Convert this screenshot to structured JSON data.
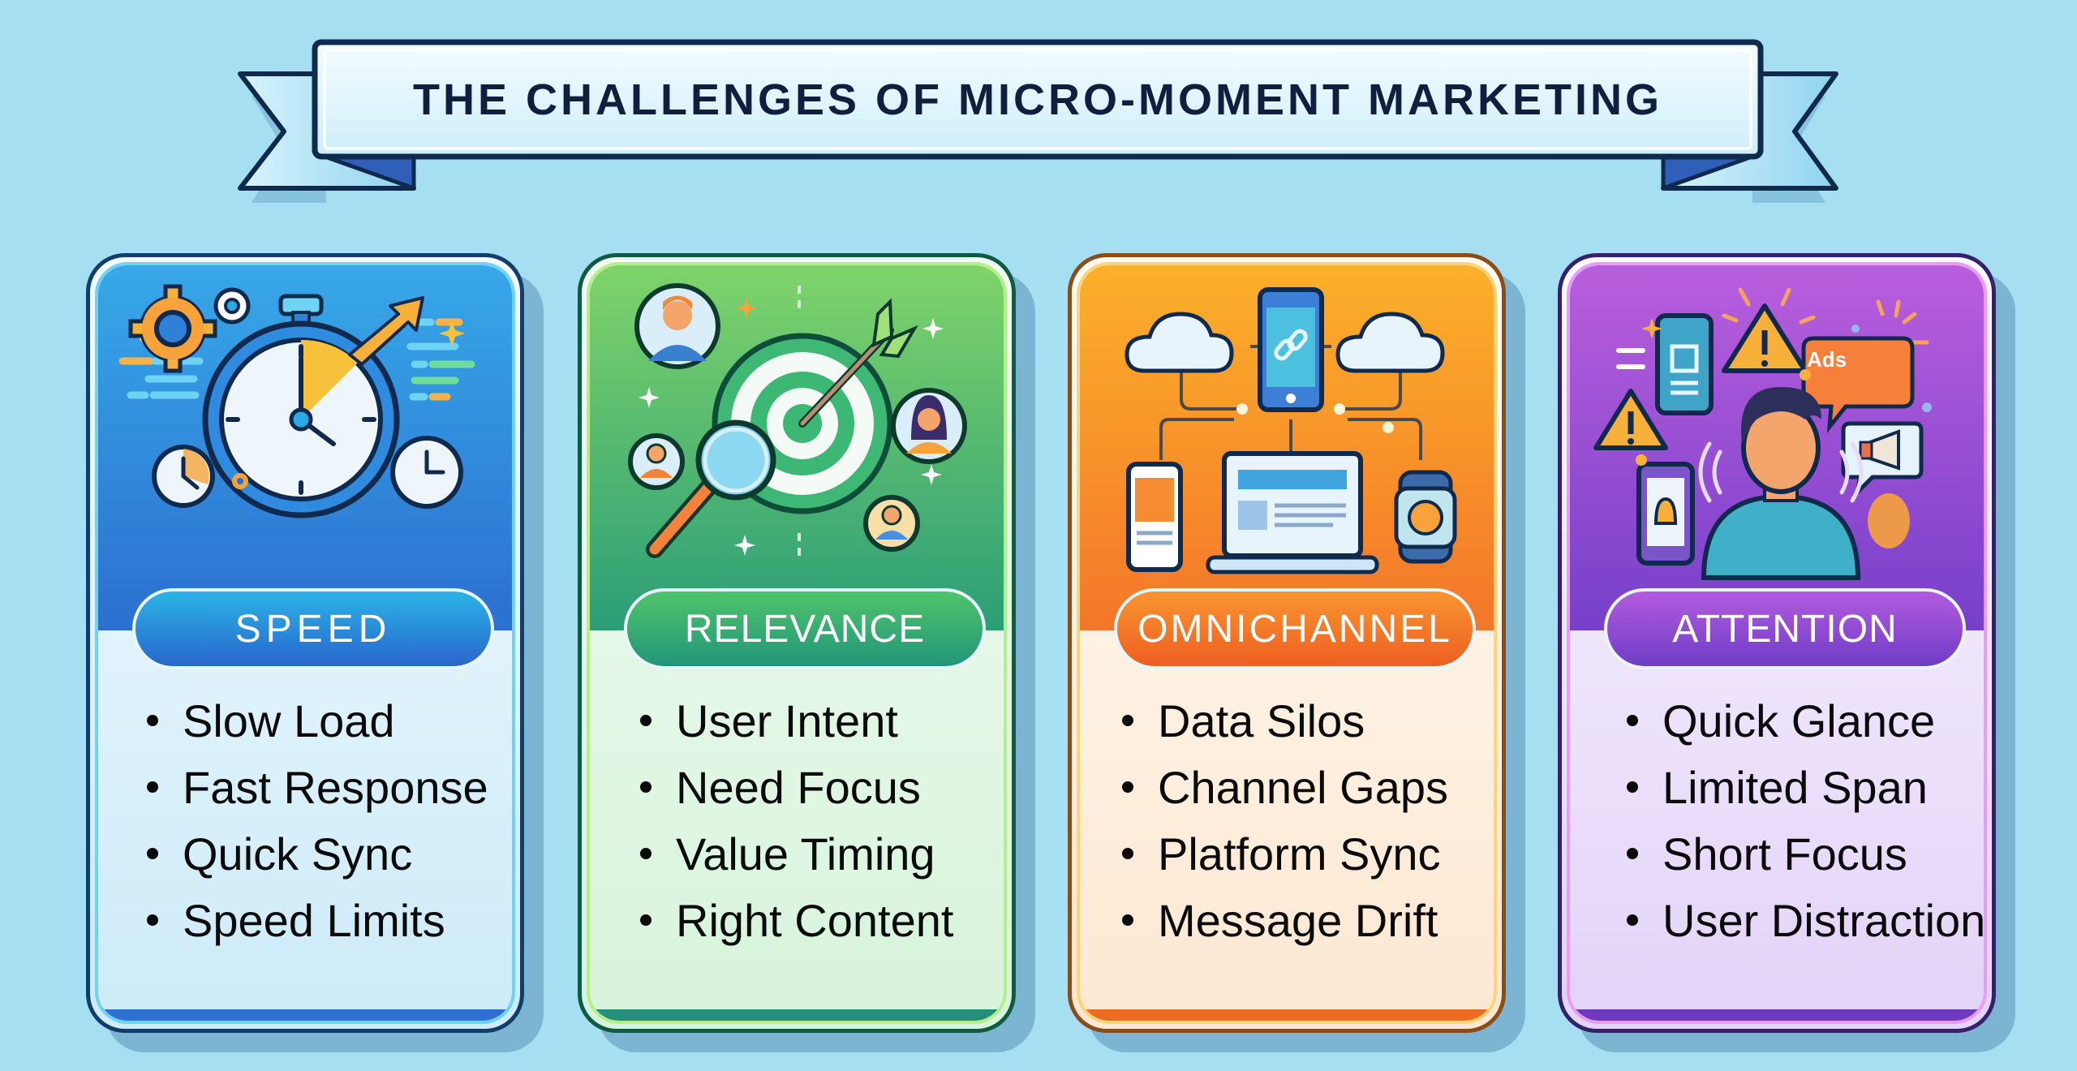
{
  "banner": {
    "title": "THE CHALLENGES OF MICRO-MOMENT MARKETING"
  },
  "colors": {
    "background": "#a6dff2",
    "speed": "#2c6fd0",
    "relevance": "#2b9d78",
    "omnichannel": "#f3762a",
    "attention": "#7640c9"
  },
  "cards": [
    {
      "title": "SPEED",
      "illustration": "stopwatch-with-gears-and-arrow",
      "bullets": [
        "Slow Load",
        "Fast Response",
        "Quick Sync",
        "Speed Limits"
      ]
    },
    {
      "title": "RELEVANCE",
      "illustration": "target-with-arrow-magnifier-and-users",
      "bullets": [
        "User Intent",
        "Need Focus",
        "Value Timing",
        "Right Content"
      ]
    },
    {
      "title": "OMNICHANNEL",
      "illustration": "connected-devices-and-clouds",
      "bullets": [
        "Data Silos",
        "Channel Gaps",
        "Platform Sync",
        "Message Drift"
      ]
    },
    {
      "title": "ATTENTION",
      "illustration": "distracted-user-with-notifications",
      "illustration_label": "Ads",
      "bullets": [
        "Quick Glance",
        "Limited Span",
        "Short Focus",
        "User Distraction"
      ]
    }
  ]
}
